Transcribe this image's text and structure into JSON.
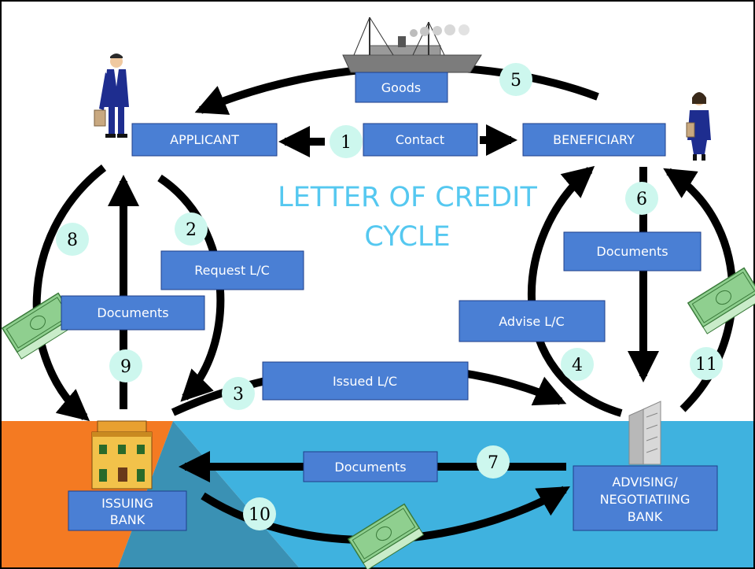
{
  "title": {
    "line1": "LETTER OF CREDIT",
    "line2": "CYCLE"
  },
  "parties": {
    "applicant": "APPLICANT",
    "beneficiary": "BENEFICIARY",
    "issuing_bank": [
      "ISSUING",
      "BANK"
    ],
    "advising_bank": [
      "ADVISING/",
      "NEGOTIATIING",
      "BANK"
    ]
  },
  "labels": {
    "contact": "Contact",
    "goods": "Goods",
    "request_lc": "Request L/C",
    "issued_lc": "Issued L/C",
    "advise_lc": "Advise L/C",
    "documents_6": "Documents",
    "documents_7": "Documents",
    "documents_9": "Documents"
  },
  "steps": [
    "1",
    "2",
    "3",
    "4",
    "5",
    "6",
    "7",
    "8",
    "9",
    "10",
    "11"
  ],
  "colors": {
    "box_fill": "#4a7fd4",
    "box_border": "#1f3f8a",
    "circle_fill": "#cdf7ee",
    "title": "#55c8f0",
    "sea": "#3fb2df",
    "land": "#f47a22",
    "arrow": "#000000"
  },
  "icons": [
    "ship-icon",
    "businessman-icon",
    "businesswoman-icon",
    "money-stack-icon",
    "bank-building-icon",
    "office-tower-icon"
  ]
}
